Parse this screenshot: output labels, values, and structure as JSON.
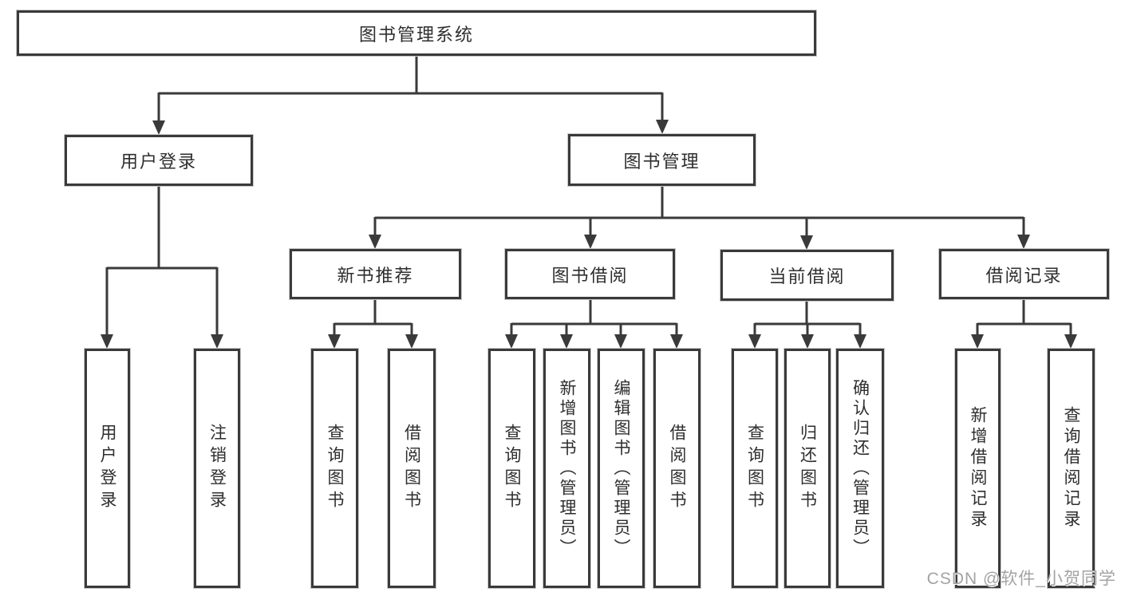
{
  "diagram": {
    "title": "图书管理系统",
    "type": "hierarchy-tree",
    "colors": {
      "line": "#3a3a3a",
      "box_border": "#3a3a3a",
      "box_fill": "#ffffff",
      "text": "#2e2e2e",
      "watermark": "#a3a3a3"
    },
    "root": {
      "label": "图书管理系统"
    },
    "level2": [
      {
        "label": "用户登录"
      },
      {
        "label": "图书管理"
      }
    ],
    "level3": [
      {
        "label": "新书推荐",
        "parent": "图书管理"
      },
      {
        "label": "图书借阅",
        "parent": "图书管理"
      },
      {
        "label": "当前借阅",
        "parent": "图书管理"
      },
      {
        "label": "借阅记录",
        "parent": "图书管理"
      }
    ],
    "leaves": [
      {
        "label": "用户登录",
        "parent": "用户登录"
      },
      {
        "label": "注销登录",
        "parent": "用户登录"
      },
      {
        "label": "查询图书",
        "parent": "新书推荐"
      },
      {
        "label": "借阅图书",
        "parent": "新书推荐"
      },
      {
        "label": "查询图书",
        "parent": "图书借阅"
      },
      {
        "label": "新增图书（管理员）",
        "parent": "图书借阅"
      },
      {
        "label": "编辑图书（管理员）",
        "parent": "图书借阅"
      },
      {
        "label": "借阅图书",
        "parent": "图书借阅"
      },
      {
        "label": "查询图书",
        "parent": "当前借阅"
      },
      {
        "label": "归还图书",
        "parent": "当前借阅"
      },
      {
        "label": "确认归还（管理员）",
        "parent": "当前借阅"
      },
      {
        "label": "新增借阅记录",
        "parent": "借阅记录"
      },
      {
        "label": "查询借阅记录",
        "parent": "借阅记录"
      }
    ],
    "watermark": "CSDN @软件_小贺同学"
  }
}
